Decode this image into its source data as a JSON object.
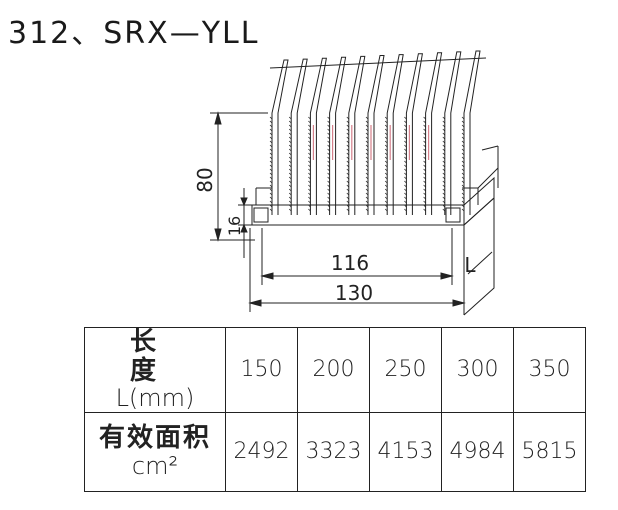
{
  "title": "312、SRX—YLL",
  "drawing": {
    "dim_height_total": "80",
    "dim_height_base": "16",
    "dim_inner_width": "116",
    "dim_outer_width": "130",
    "dim_length_label": "L",
    "watermark_color": "#c44a5a",
    "line_color": "#222222"
  },
  "table": {
    "row_header_length_line1": "长 度",
    "row_header_length_line2": "L(mm)",
    "row_header_area_line1": "有效面积",
    "row_header_area_line2": "cm²",
    "lengths": [
      "150",
      "200",
      "250",
      "300",
      "350"
    ],
    "areas": [
      "2492",
      "3323",
      "4153",
      "4984",
      "5815"
    ]
  }
}
